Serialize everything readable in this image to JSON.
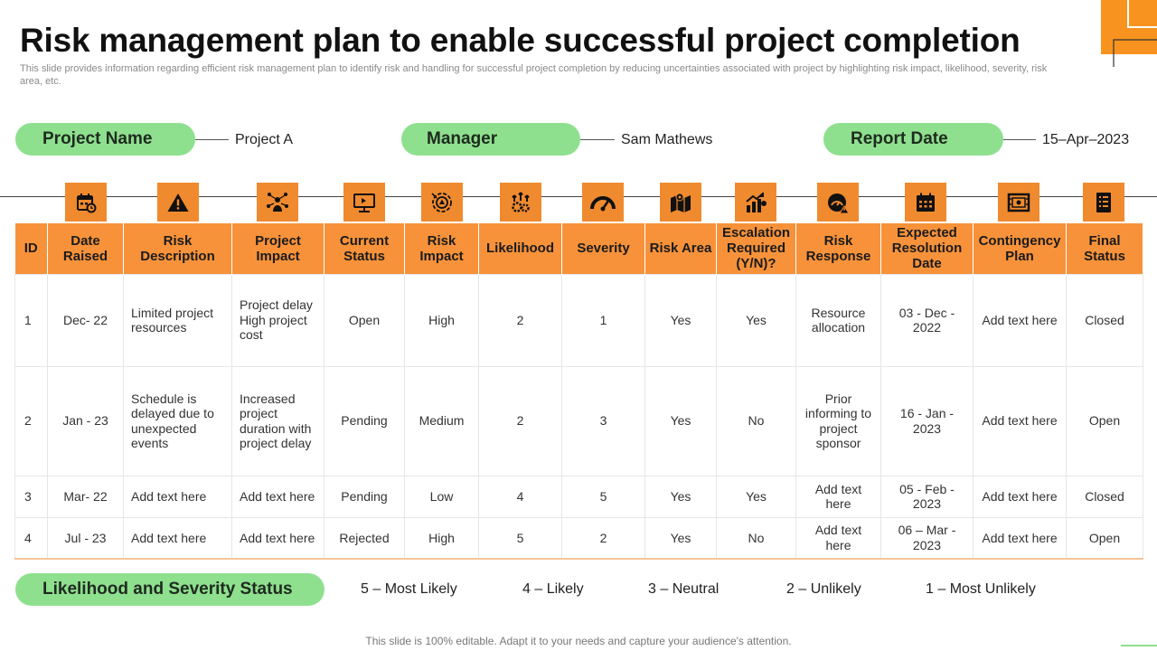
{
  "title": "Risk management plan to enable successful project completion",
  "subtitle": "This slide provides information regarding efficient risk management plan to identify risk and handling for successful project completion by  reducing uncertainties associated with project by highlighting risk impact, likelihood, severity, risk area, etc.",
  "info": {
    "project_label": "Project Name",
    "project_value": "Project A",
    "manager_label": "Manager",
    "manager_value": "Sam Mathews",
    "date_label": "Report Date",
    "date_value": "15–Apr–2023"
  },
  "icons": [
    "calendar-icon",
    "warning-icon",
    "people-network-icon",
    "presentation-icon",
    "target-icon",
    "growth-cogs-icon",
    "speedometer-icon",
    "map-location-icon",
    "rising-chart-icon",
    "alert-gauge-icon",
    "calendar-grid-icon",
    "blueprint-icon",
    "checklist-icon"
  ],
  "colors": {
    "accent": "#f7923a",
    "pill": "#8ee08e"
  },
  "table": {
    "headers": [
      "ID",
      "Date Raised",
      "Risk Description",
      "Project Impact",
      "Current Status",
      "Risk Impact",
      "Likelihood",
      "Severity",
      "Risk Area",
      "Escalation Required (Y/N)?",
      "Risk Response",
      "Expected Resolution Date",
      "Contingency Plan",
      "Final Status"
    ],
    "rows": [
      [
        "1",
        "Dec- 22",
        "Limited project resources",
        "Project delay High project cost",
        "Open",
        "High",
        "2",
        "1",
        "Yes",
        "Yes",
        "Resource allocation",
        "03 - Dec - 2022",
        "Add text here",
        "Closed"
      ],
      [
        "2",
        "Jan - 23",
        "Schedule is delayed due to unexpected events",
        "Increased project duration with project delay",
        "Pending",
        "Medium",
        "2",
        "3",
        "Yes",
        "No",
        "Prior informing to project sponsor",
        "16 - Jan - 2023",
        "Add text here",
        "Open"
      ],
      [
        "3",
        "Mar- 22",
        "Add text here",
        "Add text here",
        "Pending",
        "Low",
        "4",
        "5",
        "Yes",
        "Yes",
        "Add text here",
        "05 - Feb - 2023",
        "Add text here",
        "Closed"
      ],
      [
        "4",
        "Jul - 23",
        "Add text here",
        "Add text here",
        "Rejected",
        "High",
        "5",
        "2",
        "Yes",
        "No",
        "Add text here",
        "06 – Mar - 2023",
        "Add text here",
        "Open"
      ]
    ]
  },
  "legend": {
    "label": "Likelihood and Severity Status",
    "items": [
      "5 – Most Likely",
      "4 – Likely",
      "3 – Neutral",
      "2 – Unlikely",
      "1 – Most Unlikely"
    ]
  },
  "footer": "This slide is 100% editable. Adapt it to your needs and capture your audience's attention."
}
